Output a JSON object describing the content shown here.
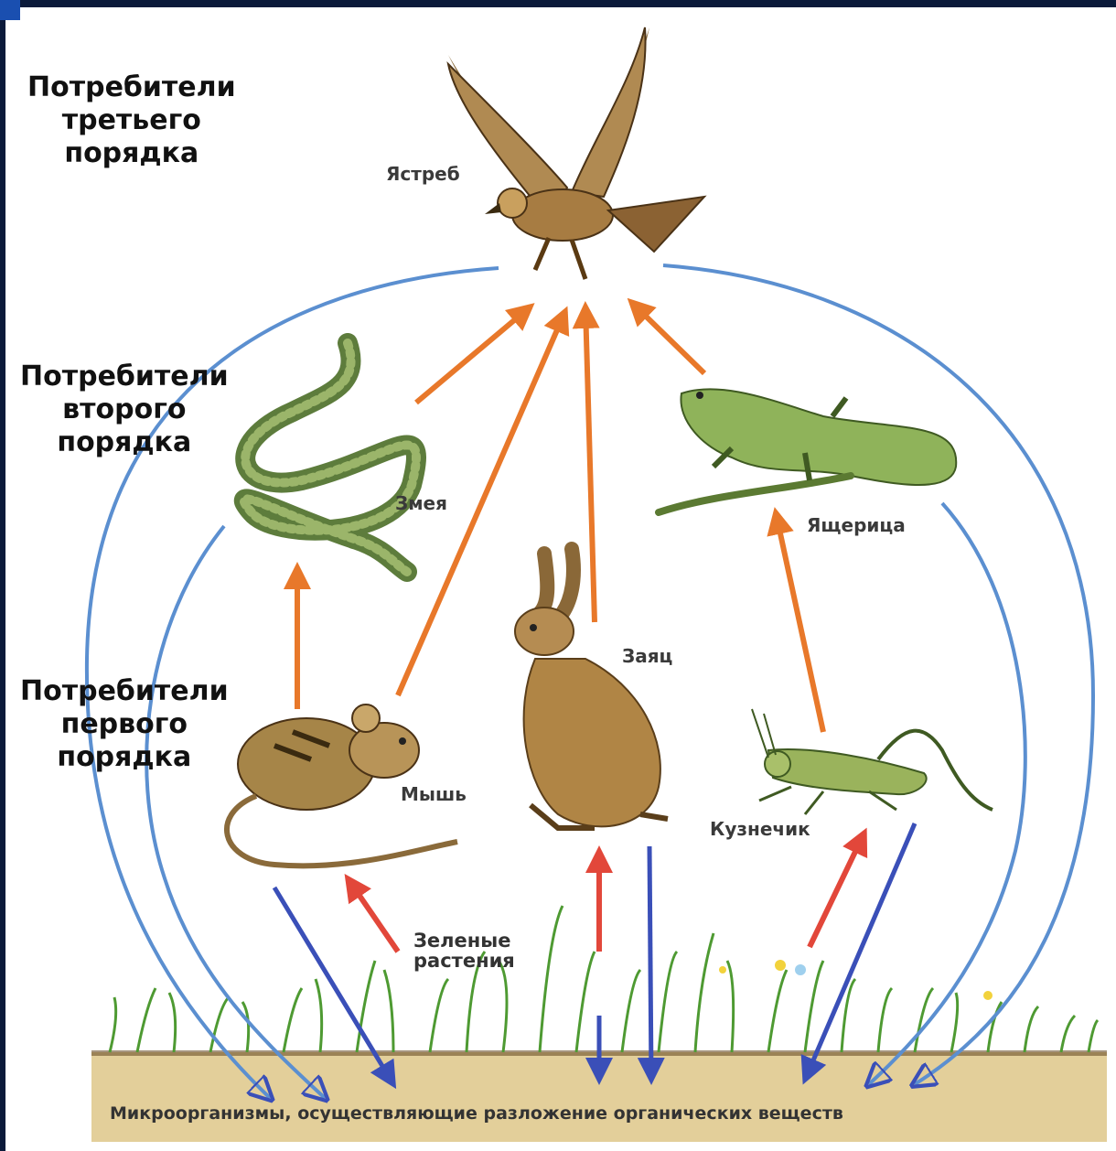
{
  "levels": {
    "third": "Потребители\nтретьего\nпорядка",
    "second": "Потребители\nвторого\nпорядка",
    "first": "Потребители\nпервого\nпорядка"
  },
  "animals": {
    "hawk": "Ястреб",
    "snake": "Змея",
    "lizard": "Ящерица",
    "hare": "Заяц",
    "mouse": "Мышь",
    "grasshopper": "Кузнечик"
  },
  "plants": "Зеленые\nрастения",
  "soil": "Микроорганизмы, осуществляющие  разложение органических веществ",
  "colors": {
    "predation_arrow": "#e8782a",
    "plant_arrow": "#e2473a",
    "decomposition_arc": "#5b8fd0",
    "decomposition_arrow": "#3a4fb8",
    "soil": "#e3cf9a",
    "grass": "#4e9a32"
  }
}
